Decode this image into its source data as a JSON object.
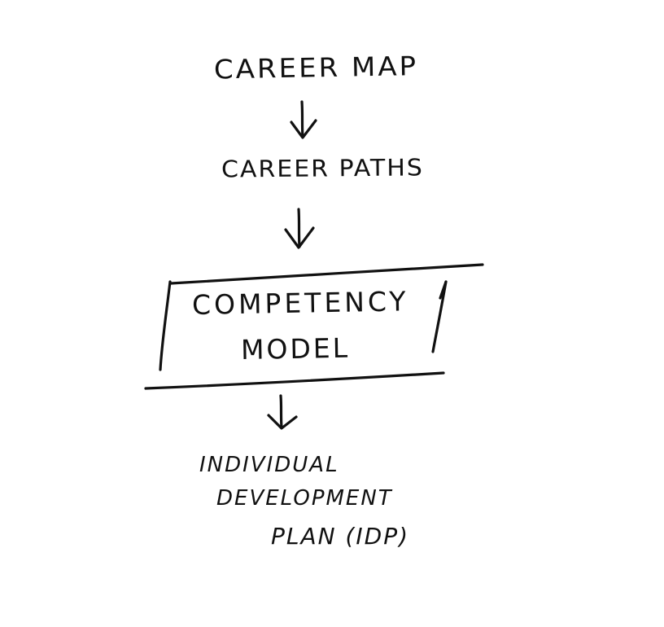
{
  "diagram": {
    "nodes": [
      {
        "id": "career-map",
        "lines": [
          "CAREER MAP"
        ]
      },
      {
        "id": "career-paths",
        "lines": [
          "CAREER PATHS"
        ]
      },
      {
        "id": "competency-model",
        "lines": [
          "COMPETENCY",
          "MODEL"
        ]
      },
      {
        "id": "idp",
        "lines": [
          "INDIVIDUAL",
          "DEVELOPMENT",
          "PLAN (IDP)"
        ]
      }
    ],
    "edges": [
      {
        "from": "career-map",
        "to": "career-paths",
        "direction": "down"
      },
      {
        "from": "career-paths",
        "to": "competency-model",
        "direction": "down"
      },
      {
        "from": "competency-model",
        "to": "idp",
        "direction": "down"
      }
    ],
    "ink_color": "#111111",
    "background": "#ffffff"
  }
}
